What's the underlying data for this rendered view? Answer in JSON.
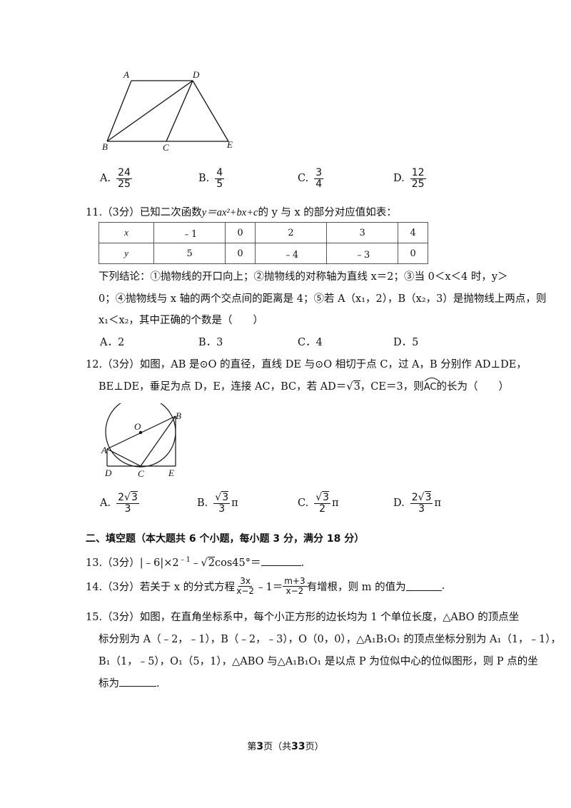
{
  "fig10": {
    "labels": {
      "A": "A",
      "D": "D",
      "B": "B",
      "C": "C",
      "E": "E"
    }
  },
  "q10_options": [
    {
      "letter": "A.",
      "num": "24",
      "den": "25"
    },
    {
      "letter": "B.",
      "num": "4",
      "den": "5"
    },
    {
      "letter": "C.",
      "num": "3",
      "den": "4"
    },
    {
      "letter": "D.",
      "num": "12",
      "den": "25"
    }
  ],
  "q11": {
    "stem_prefix": "11.（3分）已知二次函数",
    "stem_formula": "y＝ax²+bx+c",
    "stem_suffix": "的 y 与 x 的部分对应值如表：",
    "table": {
      "x_header": "x",
      "y_header": "y",
      "x": [
        "﹣1",
        "0",
        "2",
        "3",
        "4"
      ],
      "y": [
        "5",
        "0",
        "﹣4",
        "﹣3",
        "0"
      ]
    },
    "line1": "下列结论：①抛物线的开口向上；②抛物线的对称轴为直线 x＝2；③当 0＜x＜4 时，y＞",
    "line2": "0；④抛物线与 x 轴的两个交点间的距离是 4；⑤若 A（x₁，2），B（x₂，3）是抛物线上两点，则",
    "line3": "x₁＜x₂，其中正确的个数是（　　）",
    "options": [
      "A．2",
      "B．3",
      "C．4",
      "D．5"
    ]
  },
  "q12": {
    "line1": "12.（3分）如图，AB 是⊙O 的直径，直线 DE 与⊙O 相切于点 C，过 A，B 分别作 AD⊥DE，",
    "line2_a": "BE⊥DE，垂足为点 D，E，连接 AC，BC，若 AD＝",
    "line2_sqrt": "3",
    "line2_b": "，CE＝3，则",
    "line2_arc": "AC",
    "line2_c": "的长为（　　）",
    "fig_labels": {
      "O": "O",
      "B": "B",
      "A": "A",
      "D": "D",
      "C": "C",
      "E": "E"
    },
    "options": [
      {
        "letter": "A.",
        "coef": "2",
        "rad": "3",
        "den": "3",
        "pi": ""
      },
      {
        "letter": "B.",
        "coef": "",
        "rad": "3",
        "den": "3",
        "pi": "π"
      },
      {
        "letter": "C.",
        "coef": "",
        "rad": "3",
        "den": "2",
        "pi": "π"
      },
      {
        "letter": "D.",
        "coef": "2",
        "rad": "3",
        "den": "3",
        "pi": "π"
      }
    ]
  },
  "section2": "二、填空题（本大题共 6 个小题，每小题 3 分，满分 18 分）",
  "q13": {
    "prefix": "13.（3分）|﹣6|×2",
    "exp": "﹣1",
    "mid": "﹣",
    "sqrt": "2",
    "suffix": "cos45°＝",
    "end": "."
  },
  "q14": {
    "prefix": "14.（3分）若关于 x 的分式方程",
    "f1_num": "3x",
    "f1_den": "x−2",
    "mid": "﹣1＝",
    "f2_num": "m+3",
    "f2_den": "x−2",
    "suffix": "有增根，则 m 的值为",
    "end": "."
  },
  "q15": {
    "line1": "15.（3分）如图，在直角坐标系中，每个小正方形的边长均为 1 个单位长度，△ABO 的顶点坐",
    "line2": "标分别为 A（﹣2，﹣1），B（﹣2，﹣3），O（0，0），△A₁B₁O₁ 的顶点坐标分别为 A₁（1，﹣1），",
    "line3": "B₁（1，﹣5），O₁（5，1），△ABO 与△A₁B₁O₁ 是以点 P 为位似中心的位似图形，则 P 点的坐",
    "line4": "标为",
    "end": "."
  },
  "footer": {
    "pre": "第",
    "page": "3",
    "mid": "页（共",
    "total": "33",
    "post": "页）"
  }
}
